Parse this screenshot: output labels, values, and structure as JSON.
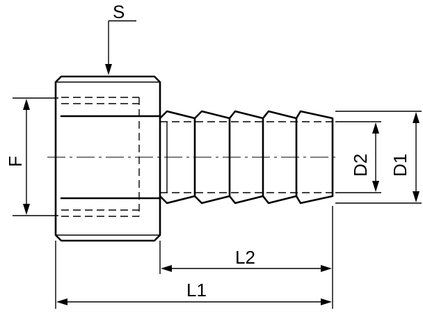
{
  "labels": {
    "s": "S",
    "f": "F",
    "d1": "D1",
    "d2": "D2",
    "l1": "L1",
    "l2": "L2"
  },
  "colors": {
    "line": "#000000",
    "background": "#ffffff"
  }
}
